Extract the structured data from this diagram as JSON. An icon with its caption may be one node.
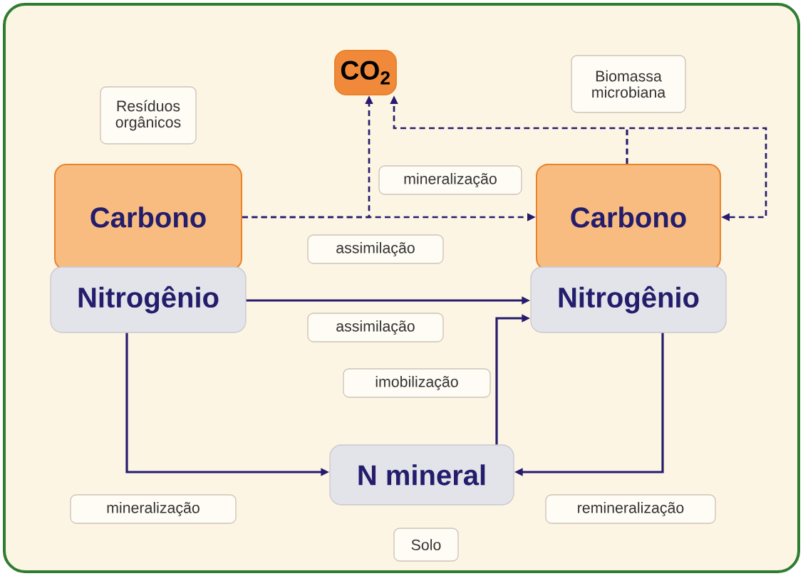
{
  "diagram": {
    "nodes": [
      {
        "text": [
          "Carbono"
        ],
        "beside": [
          "Resíduos orgânicos"
        ]
      },
      {
        "text": [
          "Nitrogênio"
        ]
      },
      {
        "text": [
          "CO$_{2}$"
        ]
      },
      {
        "text": [
          "Carbono"
        ]
      },
      {
        "text": [
          "Nitrogênio"
        ]
      },
      {
        "text": [
          "N mineral"
        ],
        "beside": [
          "Solo"
        ]
      }
    ],
    "edges": [
      {
        "from": 0,
        "to": 3,
        "arrow": "to",
        "style": "dashed",
        "label": "assimilação"
      },
      {
        "from": 0,
        "to": 2,
        "arrow": "to",
        "style": "dashed",
        "label": "mineralização"
      },
      {
        "from": 3,
        "to": 2,
        "arrow": "to",
        "style": "dashed"
      },
      {
        "from": 3,
        "to": 3,
        "arrow": "to",
        "style": "dashed"
      },
      {
        "from": 1,
        "to": 4,
        "arrow": "to",
        "label": "assimilação"
      },
      {
        "from": 1,
        "to": 5,
        "arrow": "to",
        "label": "mineralização"
      },
      {
        "from": 5,
        "to": 4,
        "arrow": "to",
        "label": "imobilização"
      },
      {
        "from": 4,
        "to": 5,
        "arrow": "to",
        "label": "remineralização"
      }
    ],
    "labels": [
      "Biomassa microbiana"
    ]
  }
}
